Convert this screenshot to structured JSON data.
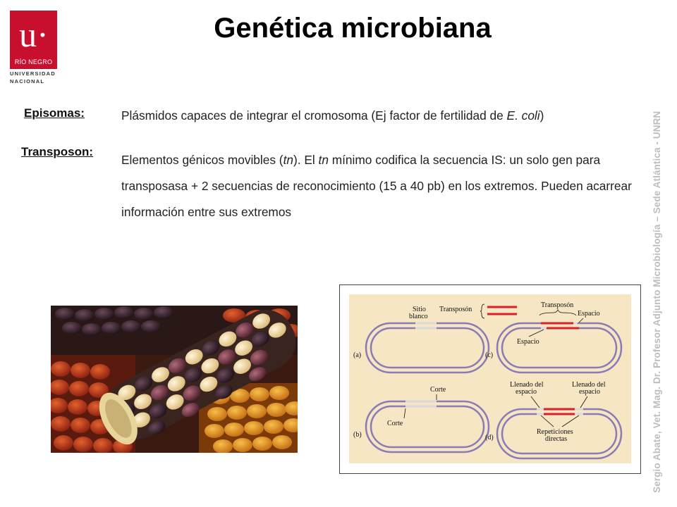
{
  "header": {
    "title": "Genética microbiana",
    "logo": {
      "mark": "u·",
      "region": "RÍO NEGRO",
      "line1": "UNIVERSIDAD",
      "line2": "NACIONAL"
    }
  },
  "episomas": {
    "label": "Episomas:",
    "text_main": "Plásmidos capaces de integrar el cromosoma (Ej factor de fertilidad de ",
    "text_italic": "E. coli",
    "text_end": ")"
  },
  "transposon": {
    "label": "Transposon:",
    "t1": "Elementos génicos movibles (",
    "t2": "tn",
    "t3": "). El ",
    "t4": "tn",
    "t5": " mínimo codifica la secuencia IS: un solo gen para transposasa + 2 secuencias de reconocimiento (15 a 40 pb) en los extremos. Pueden acarrear información entre sus extremos"
  },
  "side_credit": "Sergio Abate, Vet. Mag. Dr.  Profesor Adjunto Microbiología – Sede Atlántica - UNRN",
  "diagram": {
    "sitio_blanco_1": "Sitio",
    "sitio_blanco_2": "blanco",
    "transposon_left": "Transposón",
    "transposon_top": "Transposón",
    "espacio_top": "Espacio",
    "espacio_mid": "Espacio",
    "panel_a": "(a)",
    "panel_b": "(b)",
    "panel_c": "(c)",
    "panel_d": "(d)",
    "corte_top": "Corte",
    "corte_bottom": "Corte",
    "llenado_left_1": "Llenado del",
    "llenado_left_2": "espacio",
    "llenado_right_1": "Llenado del",
    "llenado_right_2": "espacio",
    "repeticiones_1": "Repeticiones",
    "repeticiones_2": "directas"
  },
  "colors": {
    "brand_red": "#c8102e",
    "diagram_bg": "#f6e6c4",
    "ring": "#8b7bb5",
    "transposon_red": "#d81f2a"
  }
}
